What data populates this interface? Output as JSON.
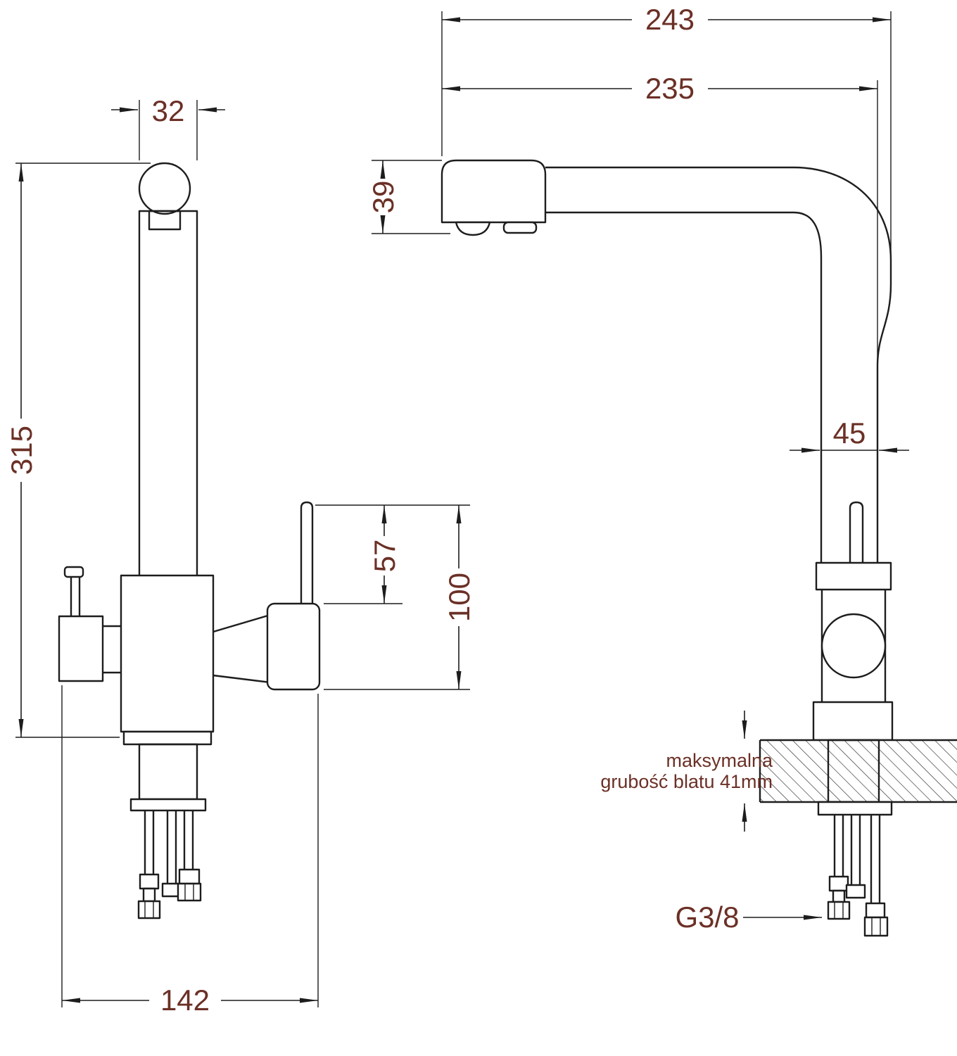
{
  "colors": {
    "line": "#1d1d1d",
    "dim_text": "#6b3026",
    "background": "#ffffff"
  },
  "dims": {
    "d32": "32",
    "d315": "315",
    "d142": "142",
    "d57": "57",
    "d100": "100",
    "d243": "243",
    "d235": "235",
    "d39": "39",
    "d45": "45",
    "thread": "G3/8"
  },
  "note": {
    "line1": "maksymalna",
    "line2": "grubość blatu 41mm"
  }
}
